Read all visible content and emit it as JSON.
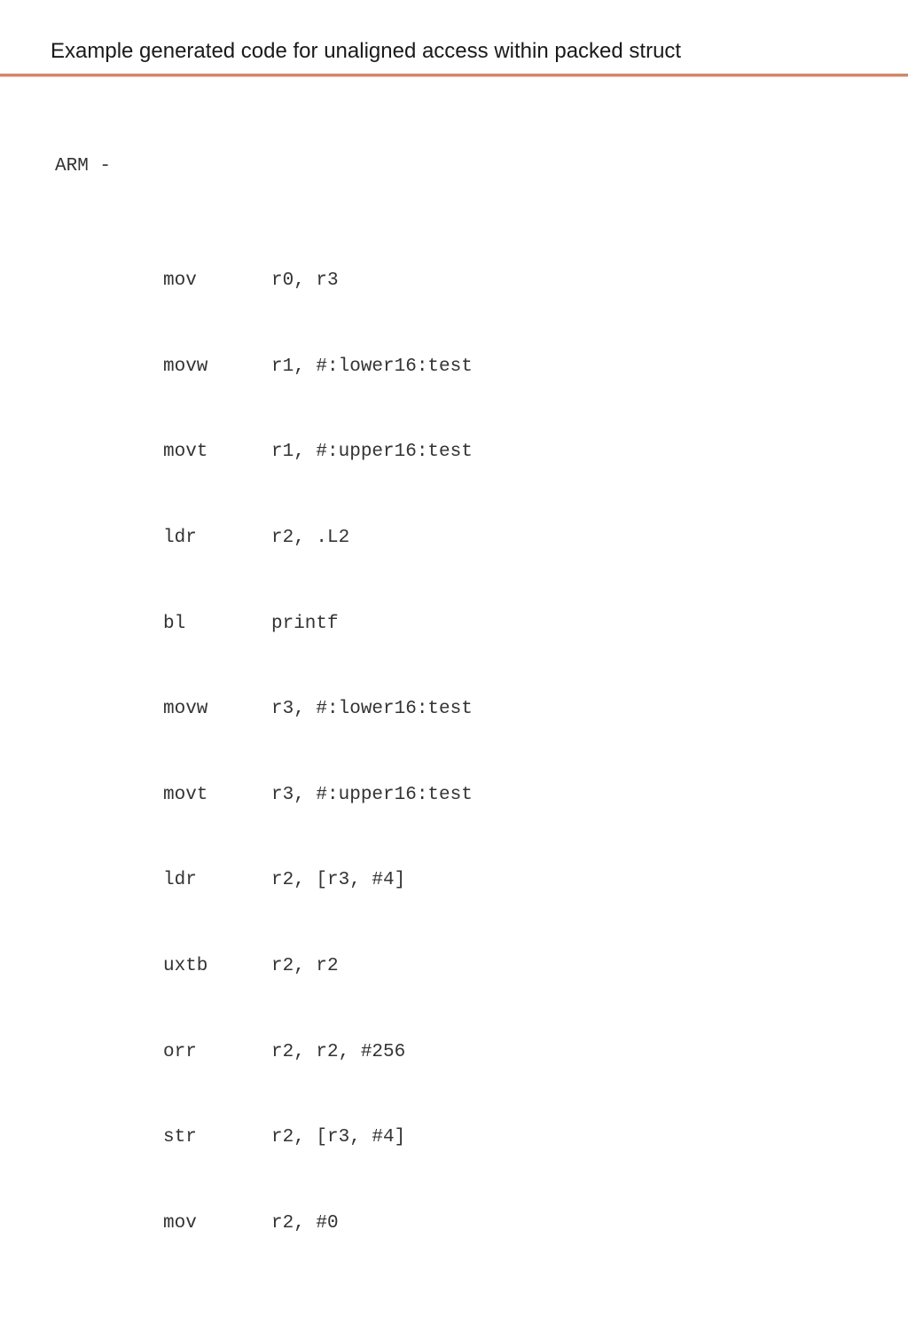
{
  "title": "Example generated code for unaligned access within packed struct",
  "code": {
    "header": "ARM -",
    "lines": [
      {
        "mnemonic": "mov",
        "operands": "r0, r3"
      },
      {
        "mnemonic": "movw",
        "operands": "r1, #:lower16:test"
      },
      {
        "mnemonic": "movt",
        "operands": "r1, #:upper16:test"
      },
      {
        "mnemonic": "ldr",
        "operands": "r2, .L2"
      },
      {
        "mnemonic": "bl",
        "operands": "printf"
      },
      {
        "mnemonic": "movw",
        "operands": "r3, #:lower16:test"
      },
      {
        "mnemonic": "movt",
        "operands": "r3, #:upper16:test"
      },
      {
        "mnemonic": "ldr",
        "operands": "r2, [r3, #4]"
      },
      {
        "mnemonic": "uxtb",
        "operands": "r2, r2"
      },
      {
        "mnemonic": "orr",
        "operands": "r2, r2, #256"
      },
      {
        "mnemonic": "str",
        "operands": "r2, [r3, #4]"
      },
      {
        "mnemonic": "mov",
        "operands": "r2, #0"
      }
    ]
  },
  "colors": {
    "title_rule": "#d2876a",
    "text": "#333333"
  }
}
